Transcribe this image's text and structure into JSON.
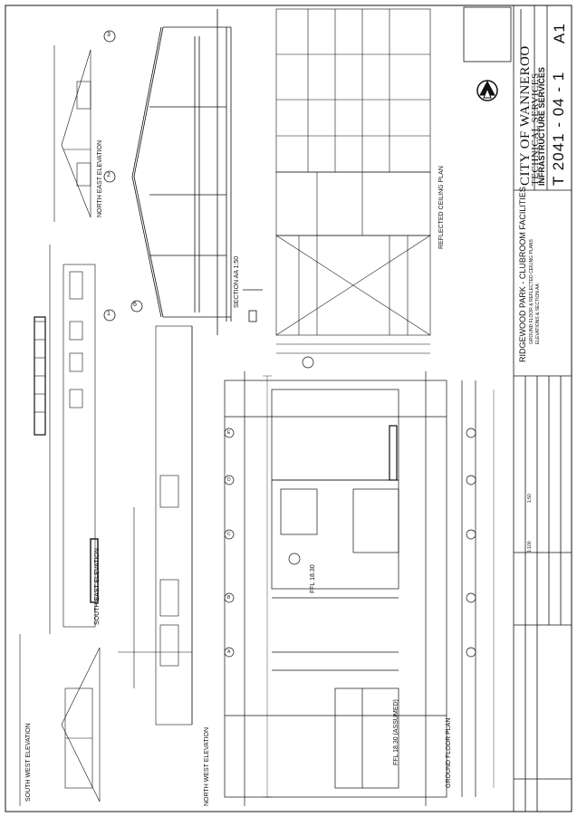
{
  "title_block": {
    "org_line1": "CITY OF WANNEROO",
    "org_line2": "TECHNICAL SERVICES",
    "org_line3": "INFRASTRUCTURE SERVICES",
    "drawing_number": "T 2041 - 04 - 1",
    "sheet_size": "A1",
    "project": "RIDGEWOOD PARK - CLUBROOM FACILITIES",
    "description1": "GROUND FLOOR & REFLECTED CEILING PLANS",
    "description2": "ELEVATIONS & SECTION AA",
    "scale1": "1:100",
    "scale2": "1:50"
  },
  "views": {
    "north_east_elevation": "NORTH EAST ELEVATION",
    "south_east_elevation": "SOUTH EAST ELEVATION",
    "south_west_elevation": "SOUTH WEST ELEVATION",
    "north_west_elevation": "NORTH WEST ELEVATION",
    "section_aa": "SECTION AA   1:50",
    "reflected_ceiling_plan": "REFLECTED CEILING PLAN",
    "ground_floor_plan": "GROUND FLOOR PLAN"
  },
  "annotations": {
    "ffl_main": "FFL 18.30",
    "ffl_assumed": "FFL 18.30 (ASSUMED)",
    "section_ref": "6",
    "grid_1": "1",
    "grid_2": "2",
    "grid_3": "3"
  },
  "grid_letters": [
    "A",
    "B",
    "C",
    "D",
    "E"
  ],
  "colors": {
    "ink": "#111111",
    "paper": "#ffffff"
  }
}
